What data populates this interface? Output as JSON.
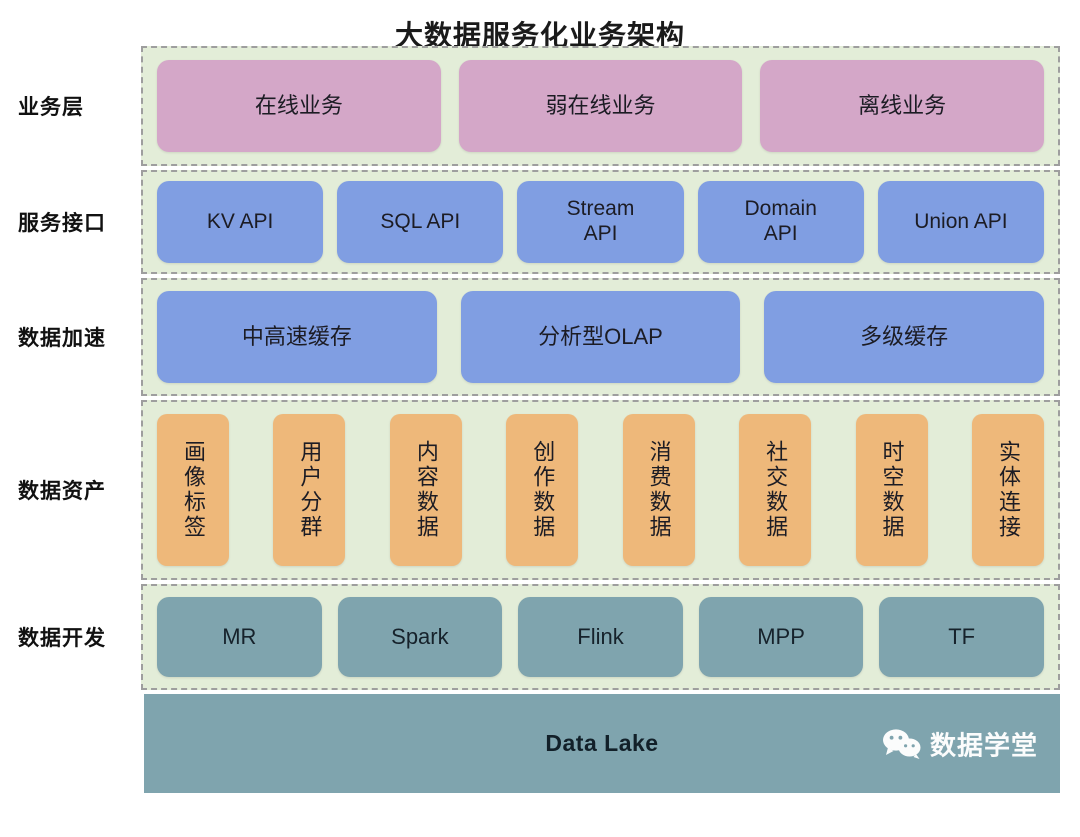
{
  "title": "大数据服务化业务架构",
  "rows": [
    {
      "label": "业务层",
      "color": "#d4a7c8",
      "cells": [
        "在线业务",
        "弱在线业务",
        "离线业务"
      ]
    },
    {
      "label": "服务接口",
      "color": "#809ee2",
      "cells": [
        "KV API",
        "SQL API",
        "Stream\nAPI",
        "Domain\nAPI",
        "Union API"
      ]
    },
    {
      "label": "数据加速",
      "color": "#809ee2",
      "cells": [
        "中高速缓存",
        "分析型OLAP",
        "多级缓存"
      ]
    },
    {
      "label": "数据资产",
      "color": "#eeb87a",
      "cells": [
        "画像标签",
        "用户分群",
        "内容数据",
        "创作数据",
        "消费数据",
        "社交数据",
        "时空数据",
        "实体连接"
      ]
    },
    {
      "label": "数据开发",
      "color": "#7fa4ae",
      "cells": [
        "MR",
        "Spark",
        "Flink",
        "MPP",
        "TF"
      ]
    }
  ],
  "footer": {
    "label": "Data Lake",
    "color": "#7fa4ae",
    "watermark_text": "数据学堂",
    "watermark_icon": "wechat-icon"
  },
  "palette": {
    "band_background": "#e3edd8",
    "band_border": "#9e9e9e",
    "pink": "#d4a7c8",
    "blue": "#809ee2",
    "orange": "#eeb87a",
    "teal": "#7fa4ae",
    "page_background": "#ffffff"
  }
}
